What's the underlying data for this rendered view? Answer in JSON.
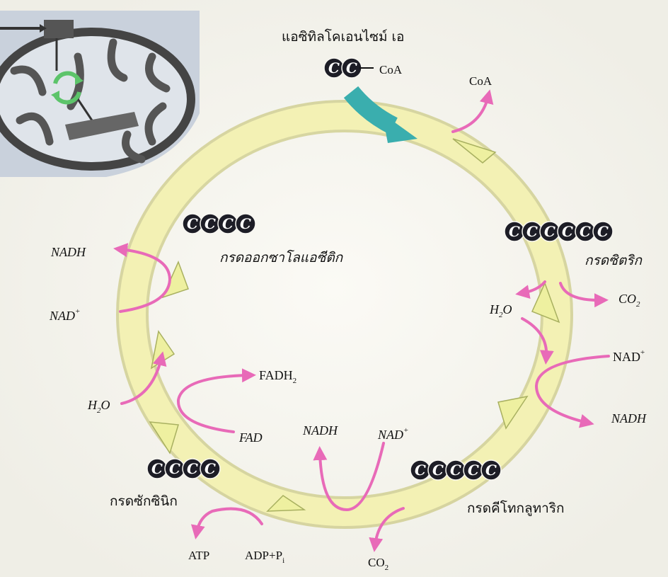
{
  "labels": {
    "acetyl_coa": "แอซิทิลโคเอนไซม์ เอ",
    "coa_attached": "CoA",
    "coa_released": "CoA",
    "citric": "กรดซิตริก",
    "ketoglutaric": "กรดคีโทกลูทาริก",
    "succinic": "กรดซักซินิก",
    "oxaloacetic": "กรดออกซาโลแอซีติก"
  },
  "molecules": {
    "acetyl": {
      "carbons": 2,
      "symbol": "C"
    },
    "citric": {
      "carbons": 6,
      "symbol": "C"
    },
    "ketoglutaric": {
      "carbons": 5,
      "symbol": "C"
    },
    "succinic": {
      "carbons": 4,
      "symbol": "C"
    },
    "oxaloacetic": {
      "carbons": 4,
      "symbol": "C"
    }
  },
  "side_labels": {
    "h2o_right": "H",
    "h2o_right_sub": "2",
    "h2o_right_o": "O",
    "co2_right": "CO",
    "co2_right_sub": "2",
    "nad_right": "NAD",
    "nad_right_sup": "+",
    "nadh_right": "NADH",
    "nadh_bottom": "NADH",
    "nad_bottom": "NAD",
    "nad_bottom_sup": "+",
    "co2_bottom": "CO",
    "co2_bottom_sub": "2",
    "atp": "ATP",
    "adp": "ADP+P",
    "adp_sub": "i",
    "fadh2": "FADH",
    "fadh2_sub": "2",
    "fad": "FAD",
    "h2o_left": "H",
    "h2o_left_sub": "2",
    "h2o_left_o": "O",
    "nadh_left": "NADH",
    "nad_left": "NAD",
    "nad_left_sup": "+"
  },
  "colors": {
    "cycle_fill": "#f2f0a8",
    "cycle_stroke": "#bdbb63",
    "arrow_pink": "#e86ab8",
    "entry_teal": "#3aaeae",
    "carbon": "#1d1d26",
    "mito_outer": "#4a4a4a",
    "mito_bg": "#cfd6e0",
    "mito_cycle": "#5cc46a"
  },
  "icons": {
    "mitochondrion": "mitochondrion-icon",
    "cycle": "recycle-arrows-icon"
  }
}
